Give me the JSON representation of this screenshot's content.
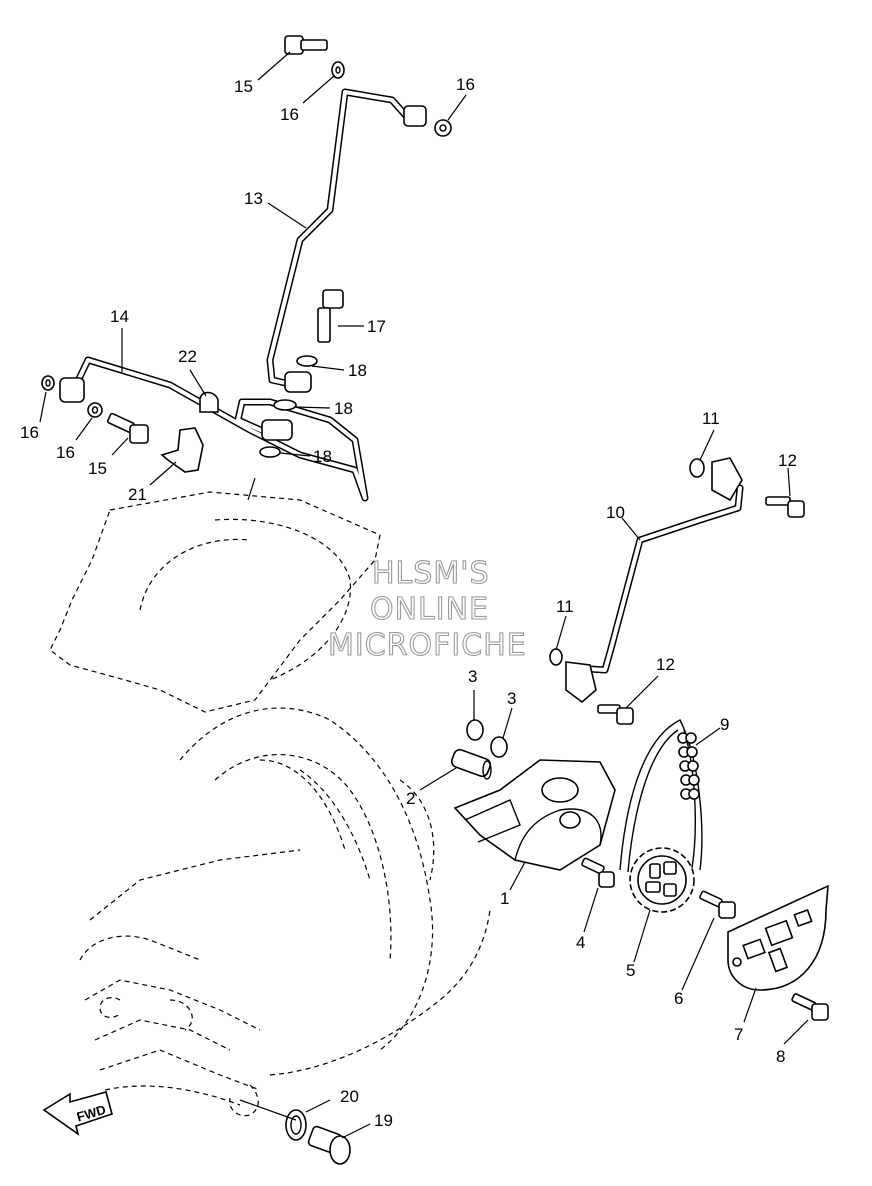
{
  "watermark": {
    "line1": "HLSM'S",
    "line2": "ONLINE",
    "line3": "MICROFICHE"
  },
  "fwd_label": "FWD",
  "callouts": {
    "c1": "1",
    "c2": "2",
    "c3a": "3",
    "c3b": "3",
    "c4": "4",
    "c5": "5",
    "c6": "6",
    "c7": "7",
    "c8": "8",
    "c9": "9",
    "c10": "10",
    "c11a": "11",
    "c11b": "11",
    "c12a": "12",
    "c12b": "12",
    "c13": "13",
    "c14": "14",
    "c15a": "15",
    "c15b": "15",
    "c16a": "16",
    "c16b": "16",
    "c16c": "16",
    "c16d": "16",
    "c17": "17",
    "c18a": "18",
    "c18b": "18",
    "c18c": "18",
    "c19": "19",
    "c20": "20",
    "c21": "21",
    "c22": "22"
  }
}
